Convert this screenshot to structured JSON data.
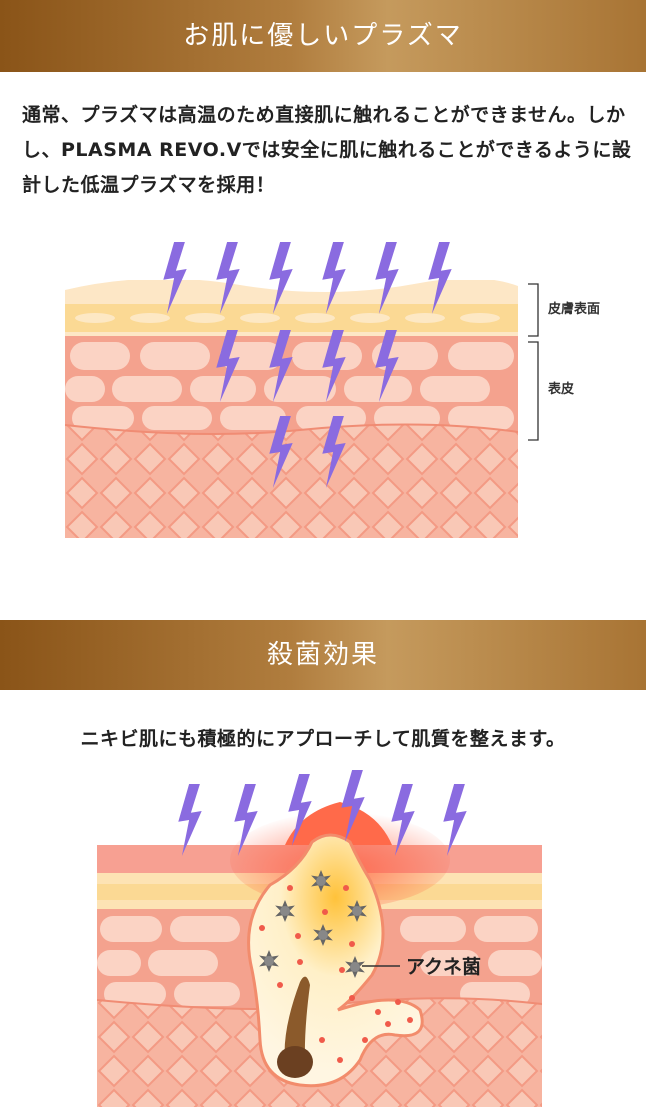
{
  "section1": {
    "heading": "お肌に優しいプラズマ",
    "body": "通常、プラズマは高温のため直接肌に触れることができません。しかし、PLASMA REVO.Vでは安全に肌に触れることができるように設計した低温プラズマを採用！",
    "label_surface": "皮膚表面",
    "label_epidermis": "表皮"
  },
  "section2": {
    "heading": "殺菌効果",
    "body": "ニキビ肌にも積極的にアプローチして肌質を整えます。",
    "label_bacteria": "アクネ菌"
  },
  "colors": {
    "banner_dark": "#8a5418",
    "banner_light": "#c59a5d",
    "lightning": "#8a6be0",
    "skin_surface": "#fbe3b6",
    "skin_cells": "#f4a28e",
    "inflamed": "#ff6a4a"
  },
  "icons": [
    "lightning-bolt-icon",
    "bacteria-icon"
  ]
}
